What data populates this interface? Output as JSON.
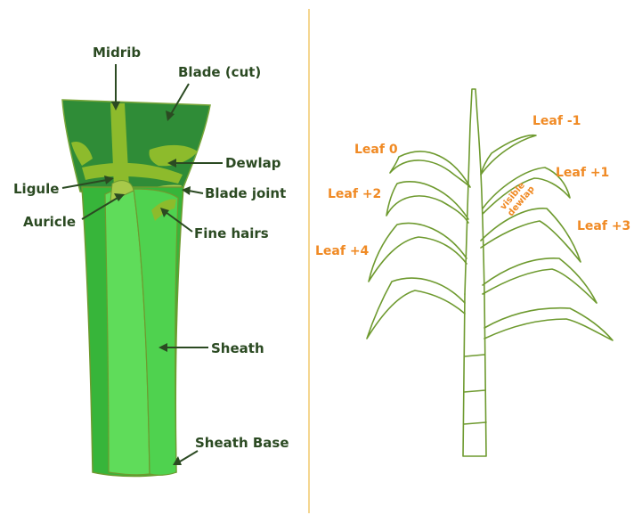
{
  "colors": {
    "left_label": "#2b4a22",
    "right_label": "#f08a24",
    "divider": "#f0c96c",
    "outline_green": "#6e9a2f",
    "sheath_light": "#4fd24f",
    "sheath_mid": "#37b53a",
    "blade_dark": "#2f8c37",
    "band": "#8dbb2c"
  },
  "left_diagram": {
    "labels": {
      "midrib": "Midrib",
      "blade_cut": "Blade (cut)",
      "dewlap": "Dewlap",
      "ligule": "Ligule",
      "blade_joint": "Blade joint",
      "auricle": "Auricle",
      "fine_hairs": "Fine hairs",
      "sheath": "Sheath",
      "sheath_base": "Sheath Base"
    }
  },
  "right_diagram": {
    "labels": {
      "leaf_m1": "Leaf -1",
      "leaf_0": "Leaf 0",
      "leaf_p1": "Leaf +1",
      "leaf_p2": "Leaf +2",
      "leaf_p3": "Leaf +3",
      "leaf_p4": "Leaf +4",
      "visible": "visible",
      "dewlap": "dewlap"
    }
  }
}
